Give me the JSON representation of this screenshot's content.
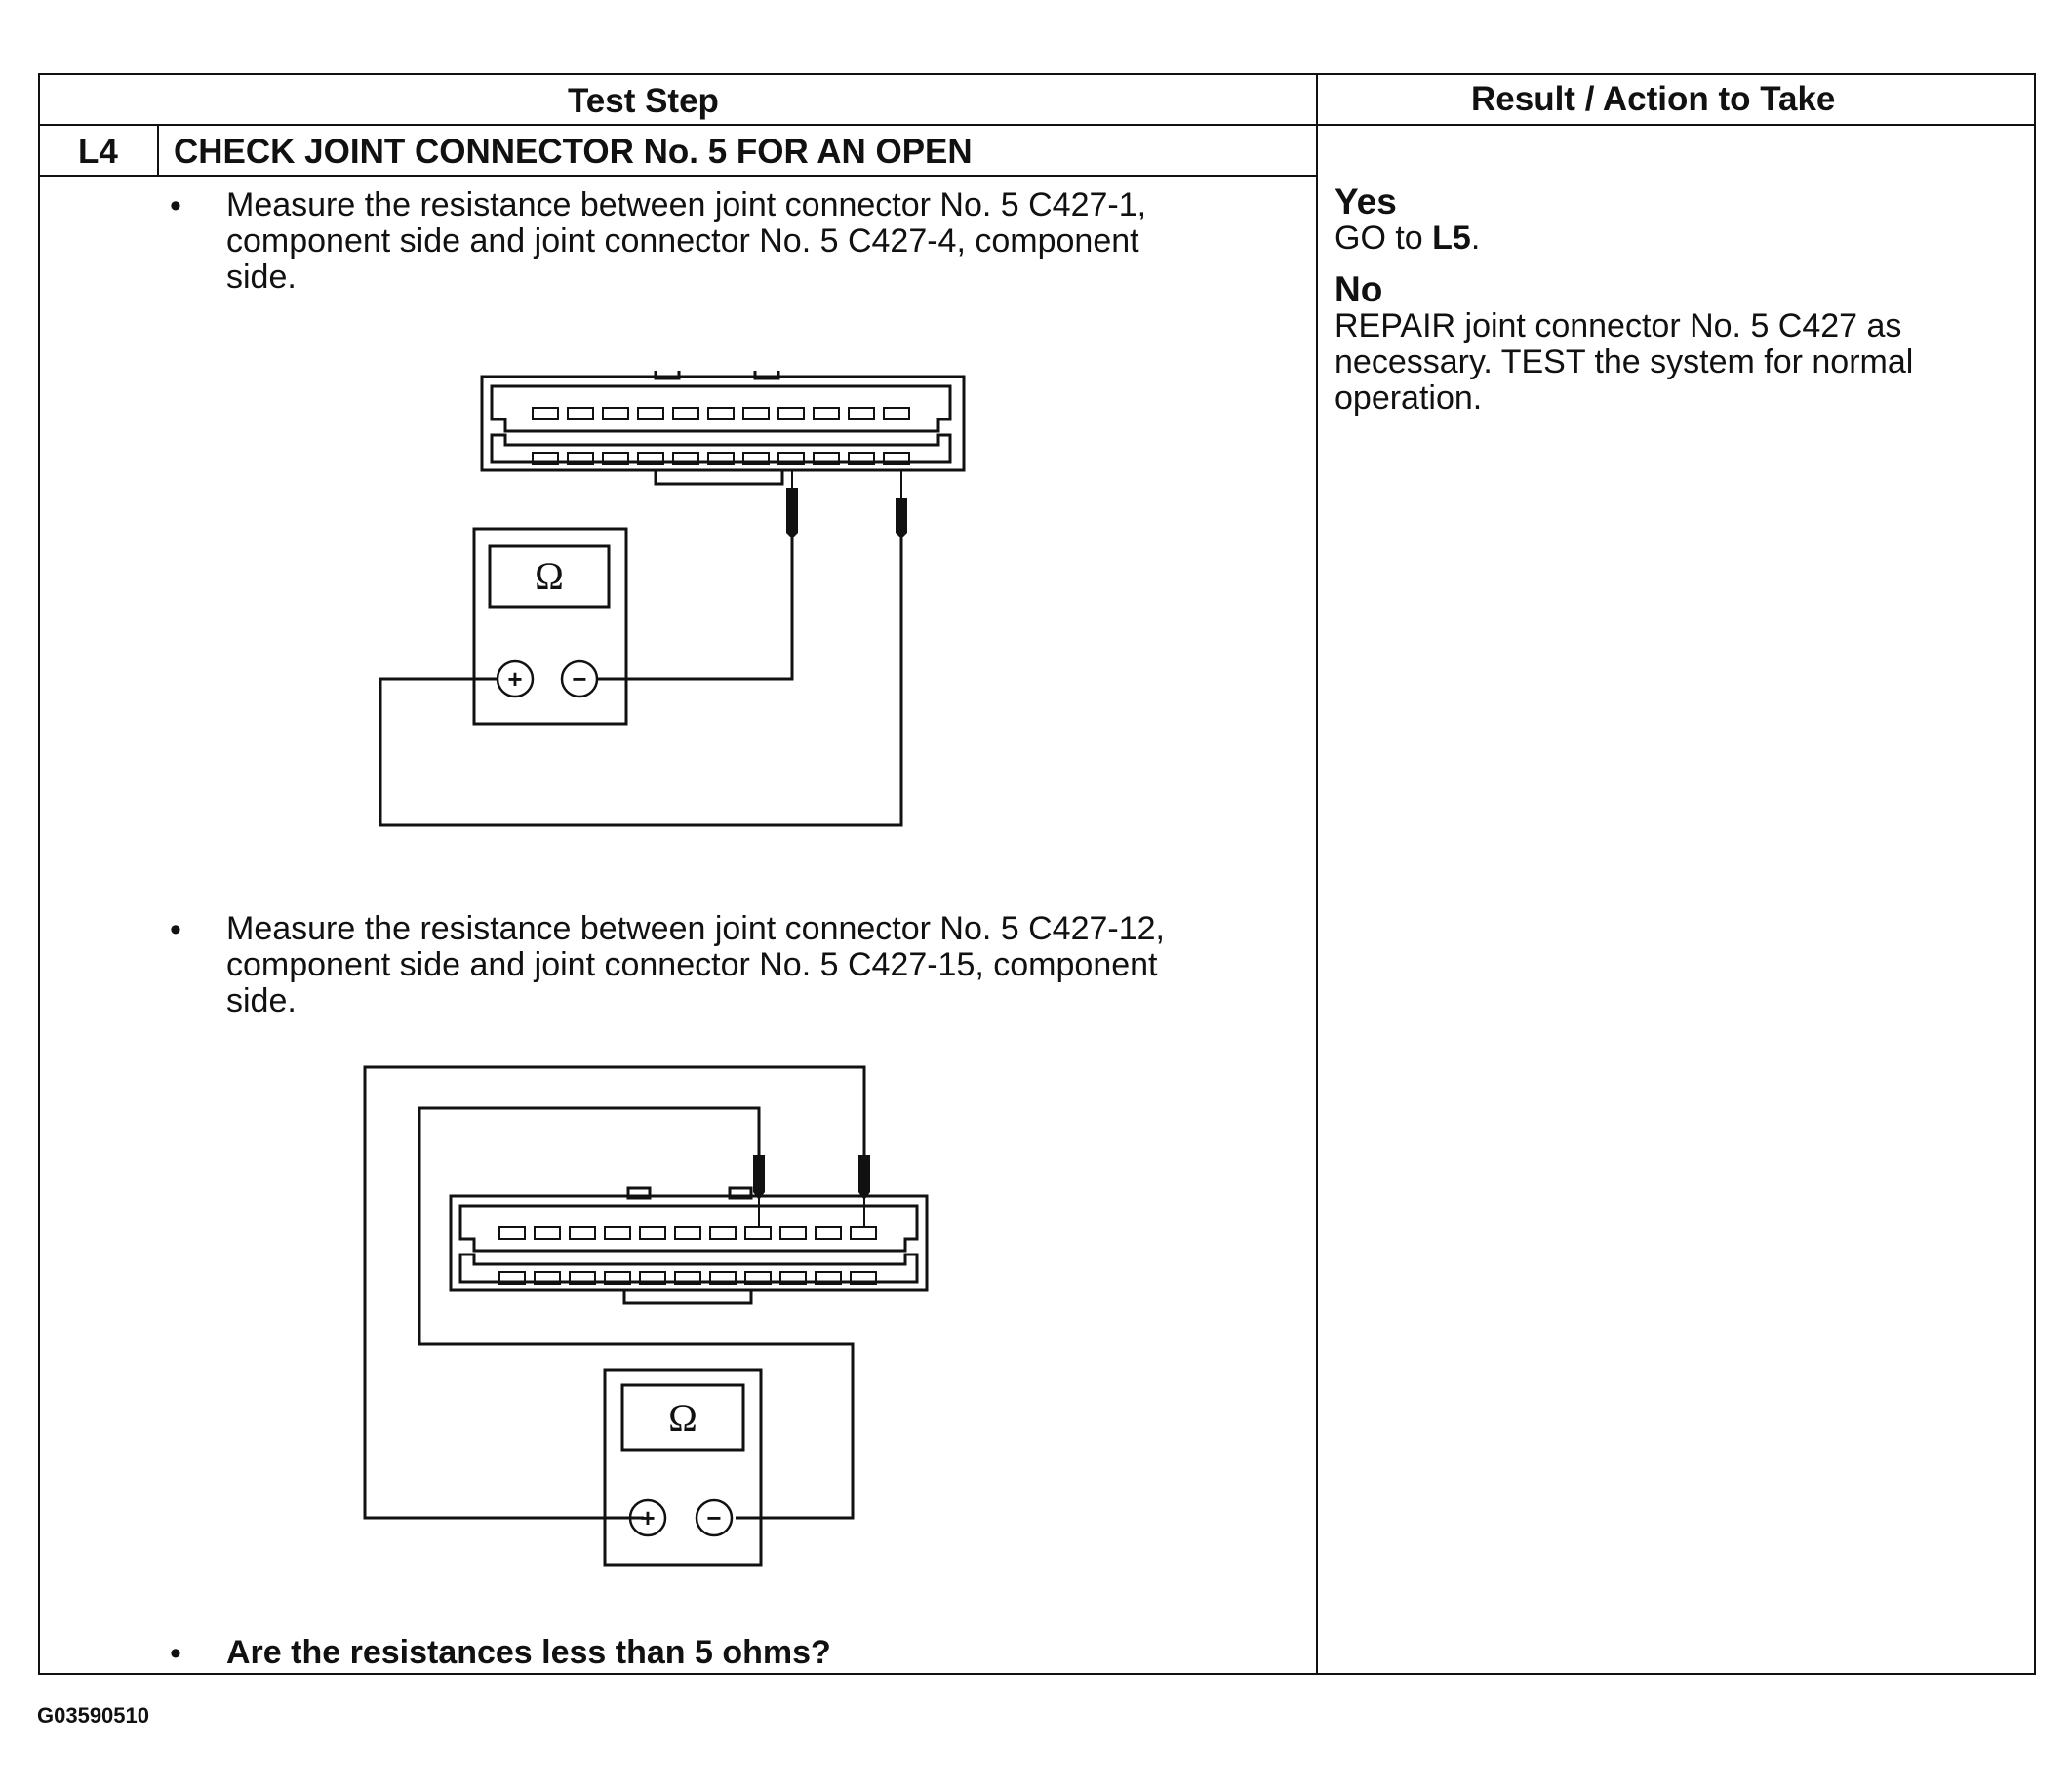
{
  "table": {
    "header_test_step": "Test Step",
    "header_result": "Result / Action to Take",
    "step_id": "L4",
    "step_title": "CHECK JOINT CONNECTOR No. 5 FOR AN OPEN",
    "instructions": [
      {
        "lines": [
          "Measure the resistance between joint connector No. 5 C427-1,",
          "component side and joint connector No. 5 C427-4, component",
          "side."
        ]
      },
      {
        "lines": [
          "Measure the resistance between joint connector No. 5 C427-12,",
          "component side and joint connector No. 5 C427-15, component",
          "side."
        ]
      },
      {
        "lines": [
          "Are the resistances less than 5 ohms?"
        ]
      }
    ],
    "result_yes": {
      "label": "Yes",
      "action_prefix": "GO to ",
      "action_target": "L5",
      "action_suffix": "."
    },
    "result_no": {
      "label": "No",
      "lines": [
        "REPAIR joint connector No. 5 C427 as",
        "necessary. TEST the system for normal",
        "operation."
      ]
    }
  },
  "diagrams": [
    {
      "meter_symbol": "Ω",
      "plus_symbol": "+",
      "minus_symbol": "−"
    },
    {
      "meter_symbol": "Ω",
      "plus_symbol": "+",
      "minus_symbol": "−"
    }
  ],
  "footer": {
    "figure_id": "G03590510"
  }
}
